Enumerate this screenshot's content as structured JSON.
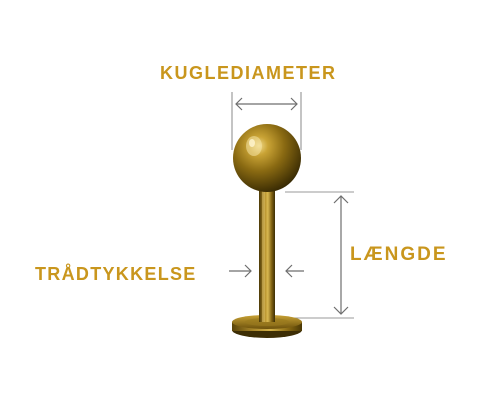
{
  "labels": {
    "ball_diameter": "KUGLEDIAMETER",
    "length": "LÆNGDE",
    "wire_thickness": "TRÅDTYKKELSE"
  },
  "colors": {
    "label_gold": "#c9961d",
    "guide_lines": "#7a7a7a",
    "metal_dark": "#4a3806",
    "metal_mid": "#8a6a12",
    "metal_light": "#d8b850",
    "background": "#ffffff"
  },
  "icons": {
    "diameter_arrow": "double-arrow-horizontal",
    "length_arrow": "double-arrow-vertical",
    "thickness_arrows": "inward-arrows"
  }
}
